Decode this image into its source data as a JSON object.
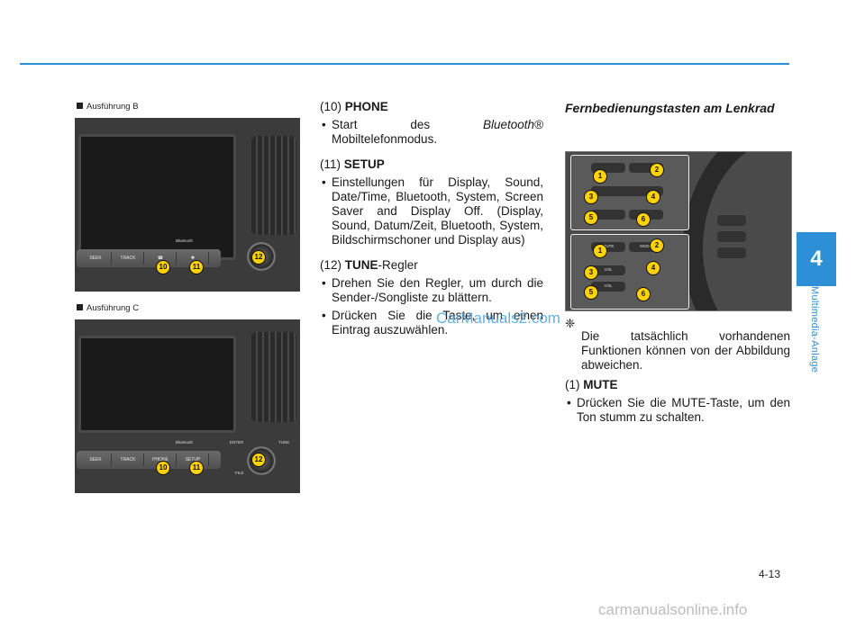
{
  "captions": {
    "b": "Ausführung B",
    "c": "Ausführung C"
  },
  "fig_b": {
    "buttons": [
      "SEEK",
      "TRACK",
      "",
      ""
    ],
    "brand": "Bluetooth",
    "numbers": [
      "10",
      "11",
      "12"
    ]
  },
  "fig_c": {
    "buttons": [
      "SEEK",
      "TRACK",
      "PHONE",
      "SETUP"
    ],
    "brand": "Bluetooth",
    "enter": "ENTER",
    "tune": "TUNE",
    "file": "FILE",
    "numbers": [
      "10",
      "11",
      "12"
    ]
  },
  "col2": {
    "item10_num": "(10)",
    "item10_name": "PHONE",
    "item10_bullet_pre": "Start des ",
    "item10_bullet_em": "Bluetooth®",
    "item10_bullet_post": " Mobiltelefonmodus.",
    "item11_num": "(11)",
    "item11_name": "SETUP",
    "item11_bullet": "Einstellungen für Display, Sound, Date/Time, Bluetooth, System, Screen Saver and Display Off. (Display, Sound, Datum/Zeit, Bluetooth, System, Bildschirmschoner und Display aus)",
    "item12_num": "(12)",
    "item12_name": "TUNE",
    "item12_suffix": "-Regler",
    "item12_bullet1": "Drehen Sie den Regler, um durch die Sender-/Songliste zu blättern.",
    "item12_bullet2": "Drücken Sie die Taste, um einen Eintrag auszuwählen."
  },
  "col3": {
    "heading": "Fernbedienungstasten am Lenkrad",
    "wheel_numbers": [
      "1",
      "2",
      "3",
      "4",
      "5",
      "6"
    ],
    "wheel_labels": [
      "MUTE",
      "MODE",
      "VOL",
      "VOL"
    ],
    "note_mark": "❈",
    "note": "Die tatsächlich vorhandenen Funktionen können von der Abbildung abweichen.",
    "item1_num": "(1)",
    "item1_name": "MUTE",
    "item1_bullet": "Drücken Sie die MUTE-Taste, um den Ton stumm zu schalten."
  },
  "tab": {
    "chapter": "4",
    "section": "Multimedia-Anlage"
  },
  "page_number": "4-13",
  "watermarks": {
    "top": "CarManuals2.com",
    "bottom": "carmanualsonline.info"
  },
  "colors": {
    "accent": "#2d8fd5",
    "callout": "#ffd200"
  }
}
